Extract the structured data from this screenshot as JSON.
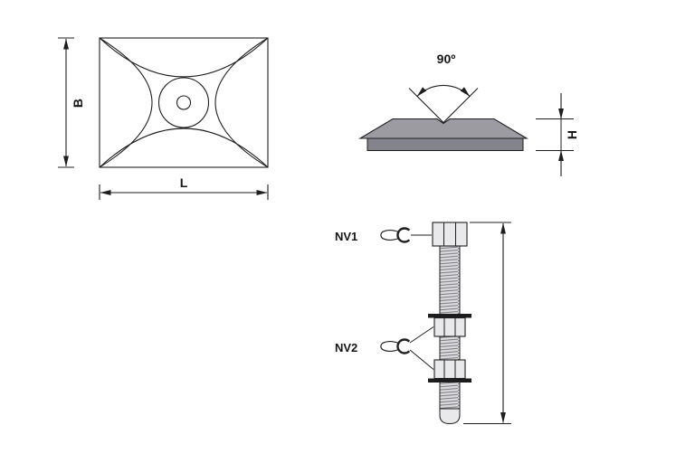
{
  "plate_top_view": {
    "width_label": "B",
    "length_label": "L"
  },
  "plate_side_view": {
    "angle_label": "90º",
    "height_label": "H"
  },
  "stud_view": {
    "wrench_size_1_label": "NV1",
    "wrench_size_2_label": "NV2"
  },
  "colors": {
    "background": "#ffffff",
    "line": "#1f1f1f",
    "body_gray": "#9b9ba1",
    "base_gray": "#84848c",
    "metal_light": "#e9e9ec",
    "thread_bg": "#dcdcdf",
    "washer_dark": "#1c1c1f"
  }
}
